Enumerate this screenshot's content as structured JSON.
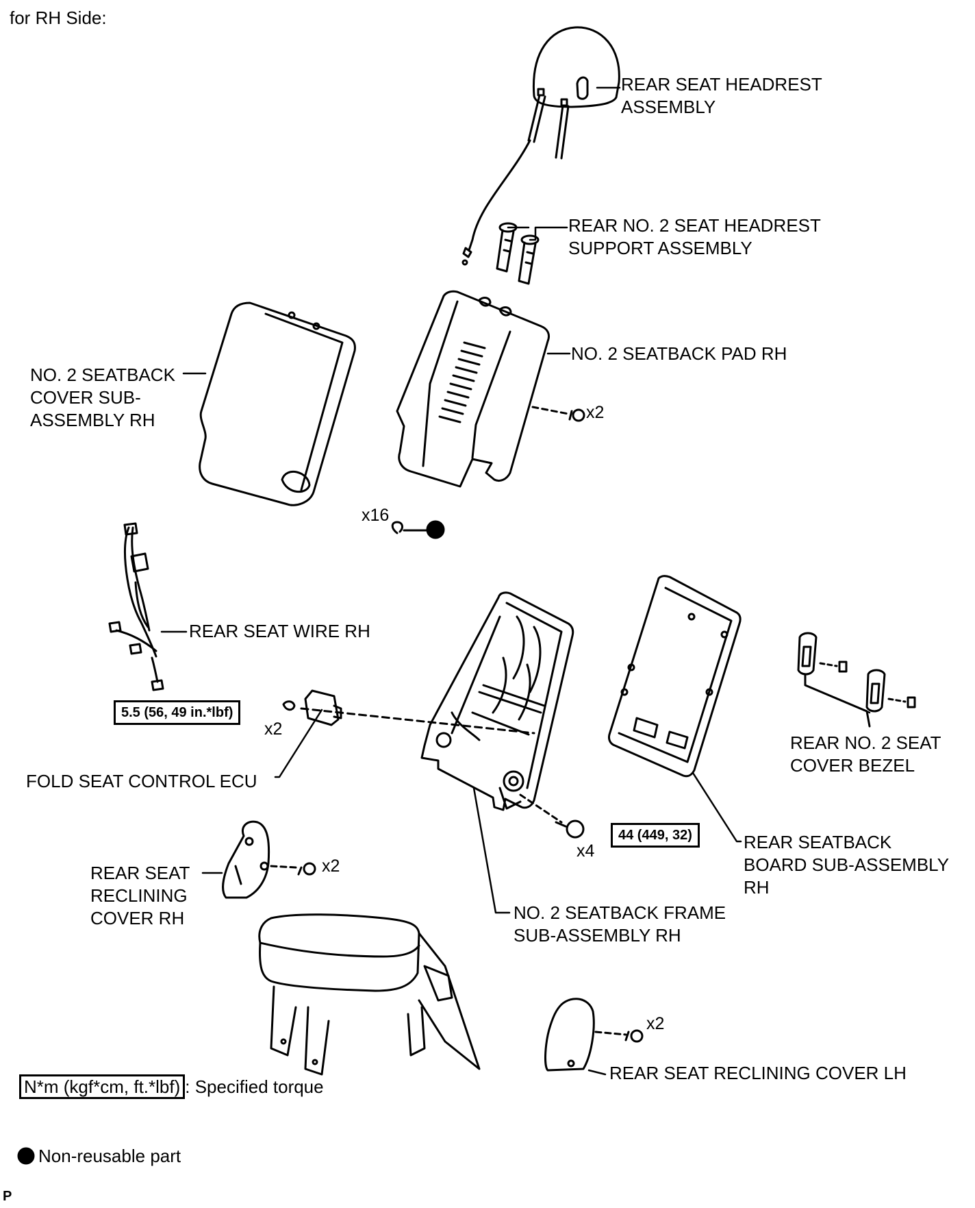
{
  "header": {
    "side_label": "for RH Side:"
  },
  "labels": {
    "headrest": [
      "REAR SEAT HEADREST",
      "ASSEMBLY"
    ],
    "headrest_support": [
      "REAR NO. 2 SEAT HEADREST",
      "SUPPORT ASSEMBLY"
    ],
    "seatback_pad": [
      "NO. 2 SEATBACK PAD RH"
    ],
    "seatback_cover": [
      "NO. 2 SEATBACK",
      "COVER SUB-",
      "ASSEMBLY RH"
    ],
    "rear_seat_wire": [
      "REAR SEAT WIRE RH"
    ],
    "fold_seat_ecu": [
      "FOLD SEAT CONTROL ECU"
    ],
    "cover_bezel": [
      "REAR NO. 2 SEAT",
      "COVER BEZEL"
    ],
    "seatback_board": [
      "REAR SEATBACK",
      "BOARD SUB-ASSEMBLY",
      "RH"
    ],
    "reclining_cover_rh": [
      "REAR SEAT",
      "RECLINING",
      "COVER RH"
    ],
    "seatback_frame": [
      "NO. 2 SEATBACK FRAME",
      "SUB-ASSEMBLY RH"
    ],
    "reclining_cover_lh": [
      "REAR SEAT RECLINING COVER LH"
    ]
  },
  "quantities": {
    "pad_clips": "x2",
    "hog_rings": "x16",
    "ecu_nuts": "x2",
    "frame_bolts": "x4",
    "rh_cover_screws": "x2",
    "lh_cover_screws": "x2"
  },
  "torques": {
    "ecu_nut": "5.5 (56, 49 in.*lbf)",
    "frame_bolt": "44 (449, 32)"
  },
  "legend": {
    "torque_box": "N*m (kgf*cm, ft.*lbf)",
    "torque_text": ": Specified torque",
    "nonreusable_text": "Non-reusable part"
  },
  "footer": {
    "code": "P"
  }
}
